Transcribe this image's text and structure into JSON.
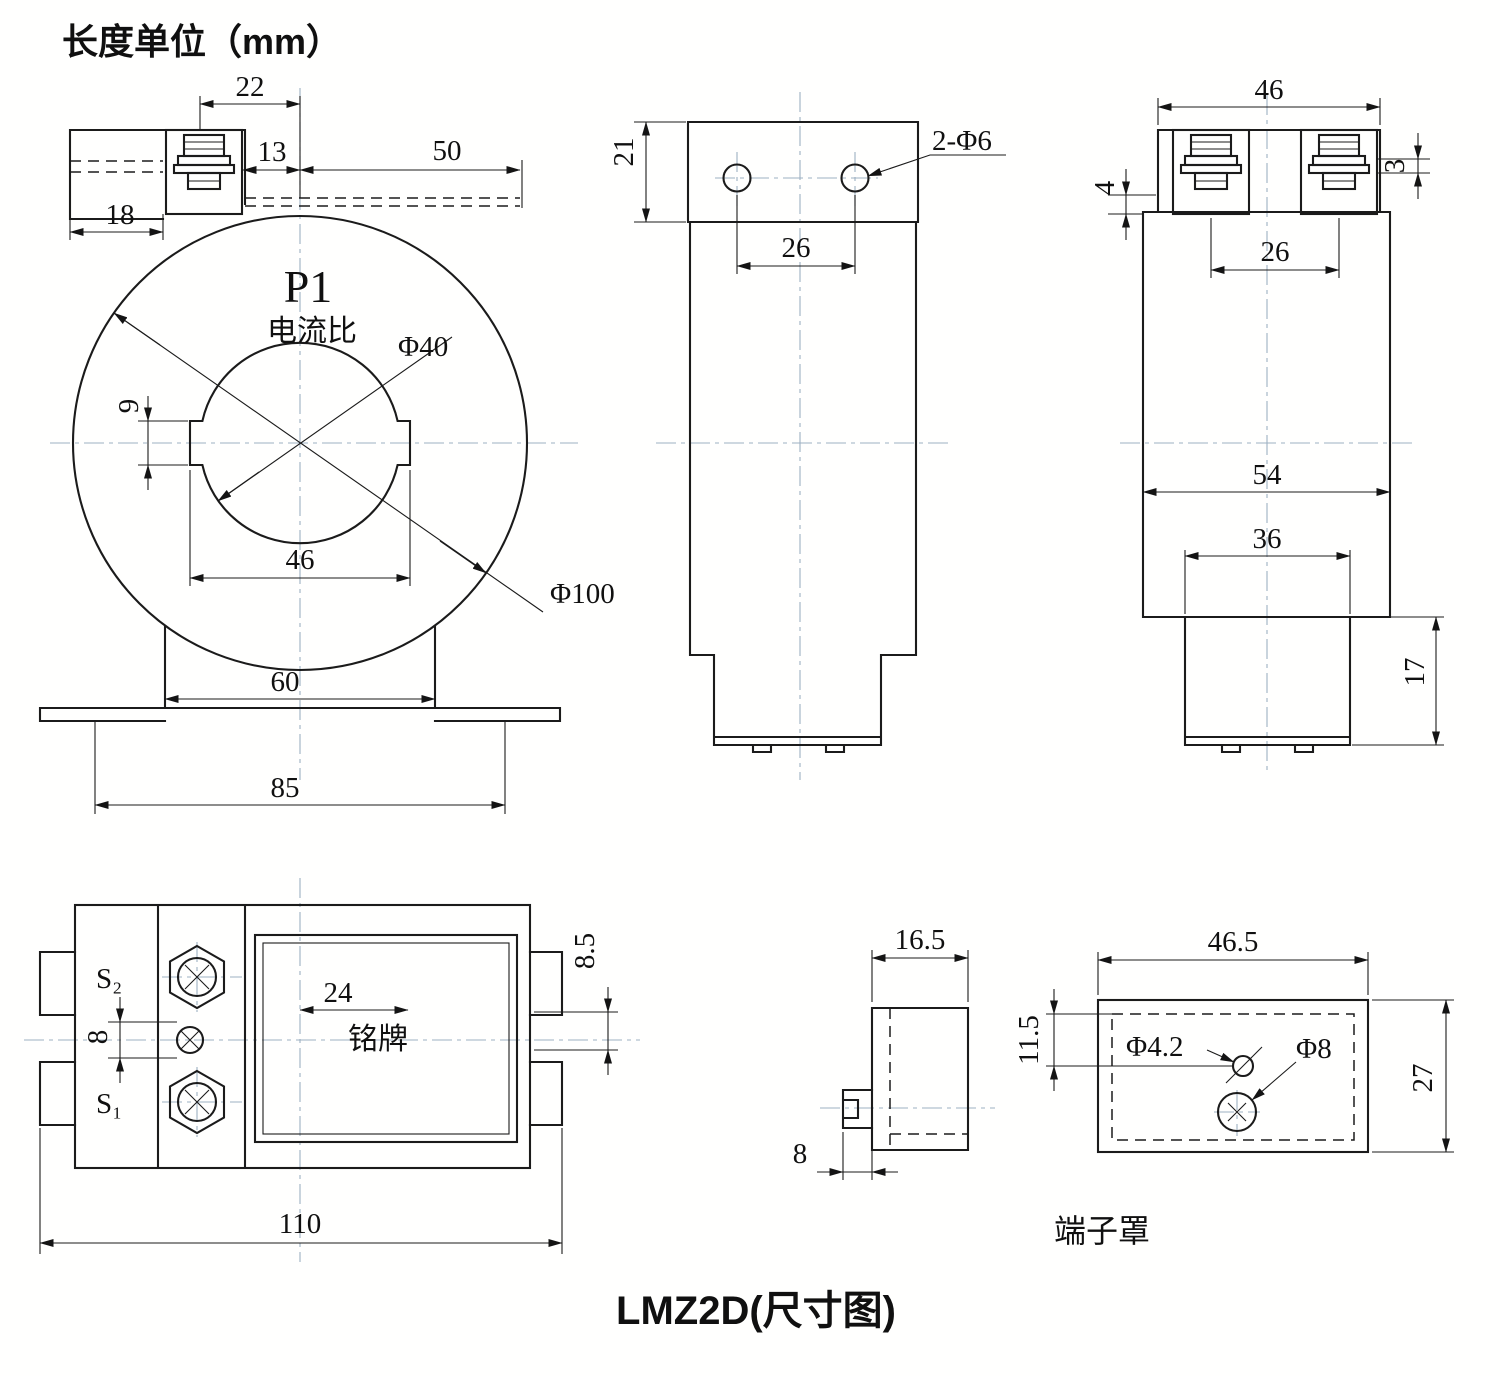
{
  "meta": {
    "unit_note": "长度单位（mm）",
    "title": "LMZ2D(尺寸图)"
  },
  "colors": {
    "line": "#1b1b1b",
    "centerline": "#9db0c2",
    "background": "#ffffff"
  },
  "front": {
    "d22": "22",
    "d13": "13",
    "d50": "50",
    "d18": "18",
    "p1": "P1",
    "ratio": "电流比",
    "phi40": "Φ40",
    "d9": "9",
    "d46": "46",
    "phi100": "Φ100",
    "d60": "60",
    "d85": "85"
  },
  "side": {
    "d21": "21",
    "holes": "2-Φ6",
    "d26": "26"
  },
  "rear": {
    "d46": "46",
    "d3": "3",
    "d4": "4",
    "d26": "26",
    "d54": "54",
    "d36": "36",
    "d17": "17"
  },
  "bottom": {
    "s2": "S₂",
    "s1": "S₁",
    "d8": "8",
    "d24": "24",
    "d8_5": "8.5",
    "nameplate": "铭牌",
    "d110": "110"
  },
  "cover_side": {
    "d16_5": "16.5",
    "d8": "8"
  },
  "cover_front": {
    "d46_5": "46.5",
    "d11_5": "11.5",
    "phi4_2": "Φ4.2",
    "phi8": "Φ8",
    "d27": "27",
    "caption": "端子罩"
  }
}
